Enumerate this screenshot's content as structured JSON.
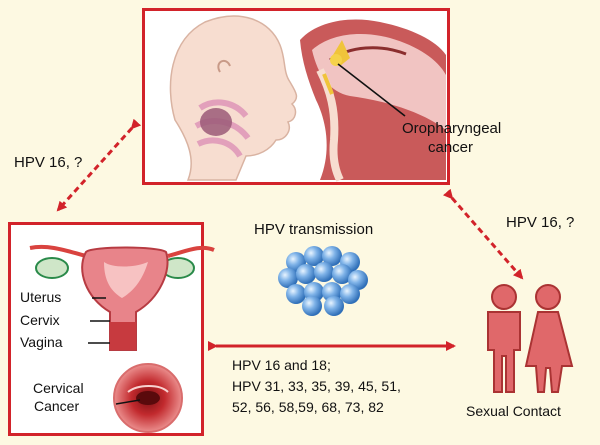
{
  "oral_panel": {
    "label_line1": "Oropharyngeal",
    "label_line2": "cancer"
  },
  "cervix_panel": {
    "uterus_label": "Uterus",
    "cervix_label": "Cervix",
    "vagina_label": "Vagina",
    "cancer_line1": "Cervical",
    "cancer_line2": "Cancer"
  },
  "center": {
    "title": "HPV transmission"
  },
  "arrows": {
    "left_diag_label": "HPV 16, ?",
    "right_diag_label": "HPV 16, ?",
    "horizontal_line1": "HPV 16 and 18;",
    "horizontal_line2": "HPV 31, 33, 35, 39, 45, 51,",
    "horizontal_line3": "52, 56, 58,59, 68, 73, 82"
  },
  "contact": {
    "label": "Sexual Contact"
  },
  "colors": {
    "background": "#fdf9e2",
    "accent_red": "#d2232a",
    "figure_pink": "#e0686a",
    "virus_blue": "#7fb3e8"
  }
}
